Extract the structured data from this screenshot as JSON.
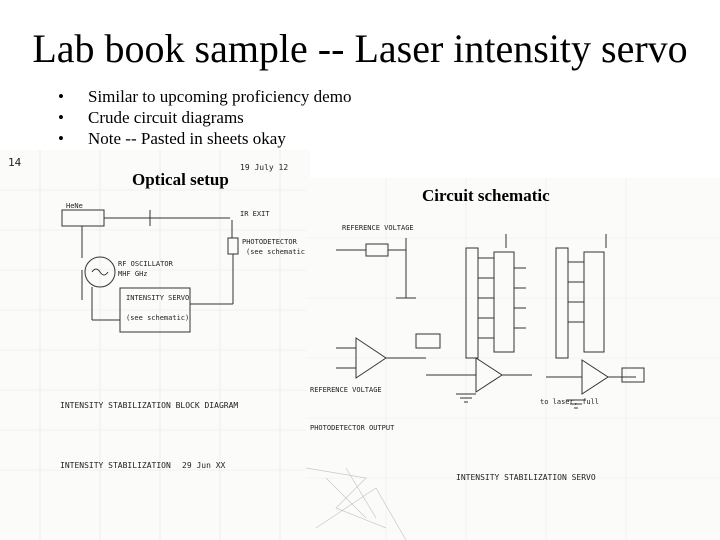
{
  "slide": {
    "title": "Lab book sample -- Laser intensity servo",
    "bullets": [
      "Similar to upcoming proficiency demo",
      "Crude circuit diagrams",
      "Note -- Pasted in sheets okay"
    ]
  },
  "left_sheet": {
    "caption": "Optical setup",
    "page_number": "14",
    "date": "19 July 12",
    "labels": {
      "laser": "HeNe",
      "ir_exit": "IR EXIT",
      "photodetector": "PHOTODETECTOR",
      "photodetector_note": "(see schematic)",
      "rf_oscillator": "RF OSCILLATOR",
      "freq": "MHF GHz",
      "intensity_servo": "INTENSITY SERVO",
      "see_schematic": "(see schematic)",
      "heading_1": "INTENSITY STABILIZATION BLOCK DIAGRAM",
      "heading_2": "INTENSITY STABILIZATION",
      "footer_date": "29 Jun XX"
    }
  },
  "right_sheet": {
    "caption": "Circuit schematic",
    "labels": {
      "reference_voltage": "REFERENCE VOLTAGE",
      "reference_voltage_bottom": "REFERENCE VOLTAGE",
      "photodetector_output": "PHOTODETECTOR OUTPUT",
      "heading": "INTENSITY STABILIZATION SERVO",
      "note_right": "to laser, full"
    }
  }
}
